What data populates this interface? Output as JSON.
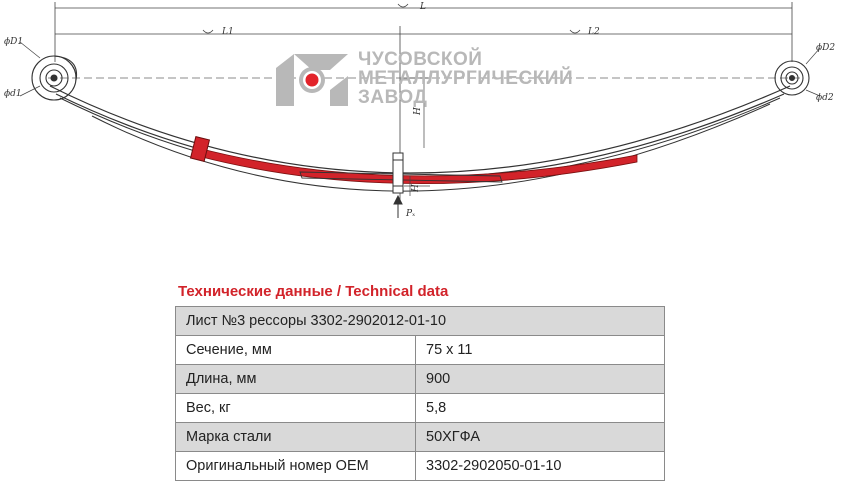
{
  "drawing": {
    "dimension_labels": {
      "overall_length": "L",
      "left_length": "L1",
      "right_length": "L2",
      "left_eye_outer": "ϕD1",
      "left_eye_inner": "ϕd1",
      "right_eye_outer": "ϕD2",
      "right_eye_inner": "ϕd2",
      "load": "Pₓ",
      "deflection": "H",
      "height": "H"
    },
    "colors": {
      "highlight_leaf": "#d2232a",
      "line": "#333333"
    }
  },
  "logo": {
    "line1": "ЧУСОВСКОЙ",
    "line2": "МЕТАЛЛУРГИЧЕСКИЙ",
    "line3": "ЗАВОД",
    "colors": {
      "text": "#b8b8b8",
      "mark_red": "#e2232a",
      "mark_gray": "#b8b8b8"
    }
  },
  "tech": {
    "title": "Технические данные / Technical data",
    "header": "Лист №3 рессоры 3302-2902012-01-10",
    "rows": [
      {
        "label": "Сечение, мм",
        "value": "75 x 11"
      },
      {
        "label": "Длина, мм",
        "value": "900"
      },
      {
        "label": "Вес, кг",
        "value": "5,8"
      },
      {
        "label": "Марка стали",
        "value": "50ХГФА"
      },
      {
        "label": "Оригинальный номер OEM",
        "value": "3302-2902050-01-10"
      }
    ]
  }
}
